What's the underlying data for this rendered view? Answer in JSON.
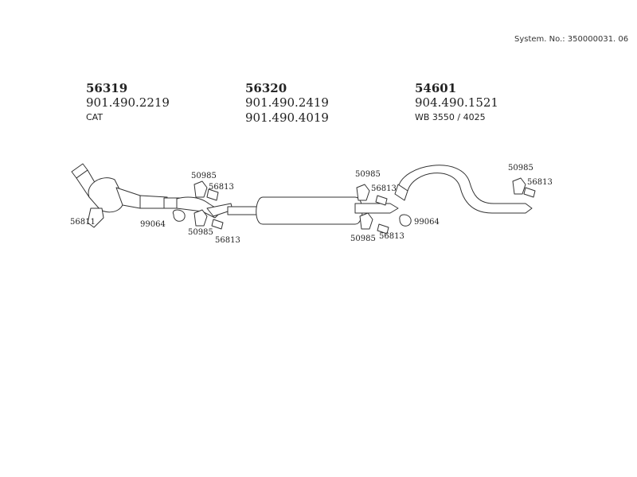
{
  "header": {
    "system_no": "System. No.: 350000031. 06"
  },
  "parts": [
    {
      "number": "56319",
      "refs": [
        "901.490.2219"
      ],
      "note": "CAT"
    },
    {
      "number": "56320",
      "refs": [
        "901.490.2419",
        "901.490.4019"
      ],
      "note": ""
    },
    {
      "number": "54601",
      "refs": [
        "904.490.1521"
      ],
      "note": "WB 3550 / 4025"
    }
  ],
  "callouts": {
    "c1": "56811",
    "c2": "99064",
    "c3": "50985",
    "c4": "56813",
    "c5": "50985",
    "c6": "56813",
    "c7": "50985",
    "c8": "56813",
    "c9": "50985",
    "c10": "56813",
    "c11": "99064",
    "c12": "50985",
    "c13": "56813"
  }
}
